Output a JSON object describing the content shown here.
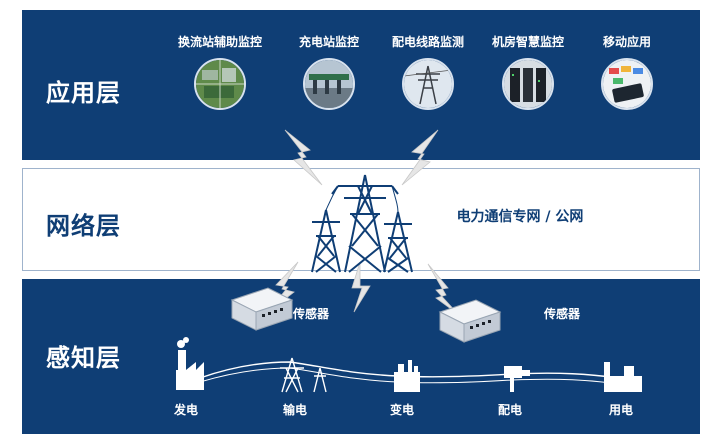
{
  "layers": {
    "application": "应用层",
    "network": "网络层",
    "sensing": "感知层"
  },
  "apps": [
    {
      "label": "换流站辅助监控",
      "icon": "substation-aerial-icon"
    },
    {
      "label": "充电站监控",
      "icon": "charging-station-icon"
    },
    {
      "label": "配电线路监测",
      "icon": "power-tower-icon"
    },
    {
      "label": "机房智慧监控",
      "icon": "server-room-icon"
    },
    {
      "label": "移动应用",
      "icon": "mobile-device-icon"
    }
  ],
  "network": {
    "label": "电力通信专网 / 公网"
  },
  "sensors": {
    "left": "传感器",
    "right": "传感器"
  },
  "chain": [
    "发电",
    "输电",
    "变电",
    "配电",
    "用电"
  ],
  "colors": {
    "navy": "#0f3e75",
    "light_border": "#9fb3cc",
    "white": "#ffffff",
    "bolt": "#e5e5e5"
  }
}
